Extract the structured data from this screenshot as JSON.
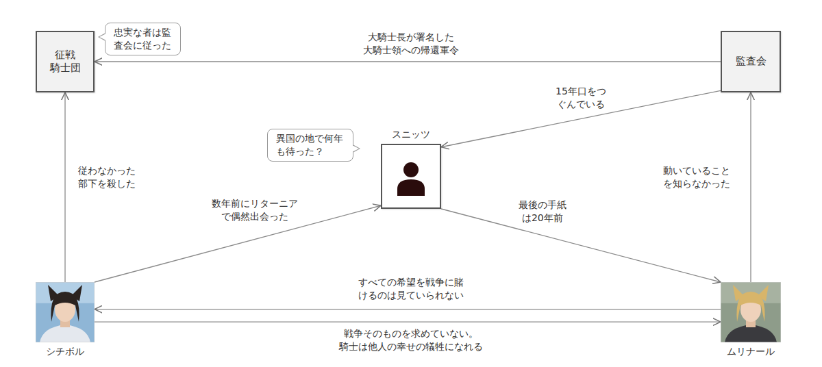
{
  "diagram": {
    "nodes": [
      {
        "text": [
          "征戦 騎士団"
        ]
      },
      {
        "text": [
          "忠実な者は監 査会に従った"
        ]
      },
      {
        "text": [
          "監査会"
        ]
      },
      {
        "text": [
          "異国の地で何年 も待った？"
        ]
      },
      {
        "text": [
          "スニッツ"
        ]
      },
      {
        "text": [
          "シチボル"
        ]
      },
      {
        "text": [
          "ムリナール"
        ]
      }
    ],
    "edges": [
      {
        "from": 2,
        "to": 0,
        "arrow": "to",
        "label": "大騎士長が署名した 大騎士領への帰還軍令"
      },
      {
        "from": 2,
        "to": 4,
        "arrow": "to",
        "label": "15年口をつ ぐんでいる"
      },
      {
        "from": 5,
        "to": 0,
        "arrow": "to",
        "label": "従わなかった 部下を殺した"
      },
      {
        "from": 5,
        "to": 4,
        "arrow": "to",
        "label": "数年前にリターニア で偶然出会った"
      },
      {
        "from": 4,
        "to": 6,
        "arrow": "to",
        "label": "最後の手紙 は20年前"
      },
      {
        "from": 6,
        "to": 2,
        "arrow": "to",
        "label": "動いていること を知らなかった"
      },
      {
        "from": 6,
        "to": 5,
        "arrow": "to",
        "label": "すべての希望を戦争に賭 けるのは見ていられない"
      },
      {
        "from": 5,
        "to": 6,
        "arrow": "to",
        "label": "戦争そのものを求めていない。 騎士は他人の幸せの犠牲になれる"
      }
    ]
  }
}
